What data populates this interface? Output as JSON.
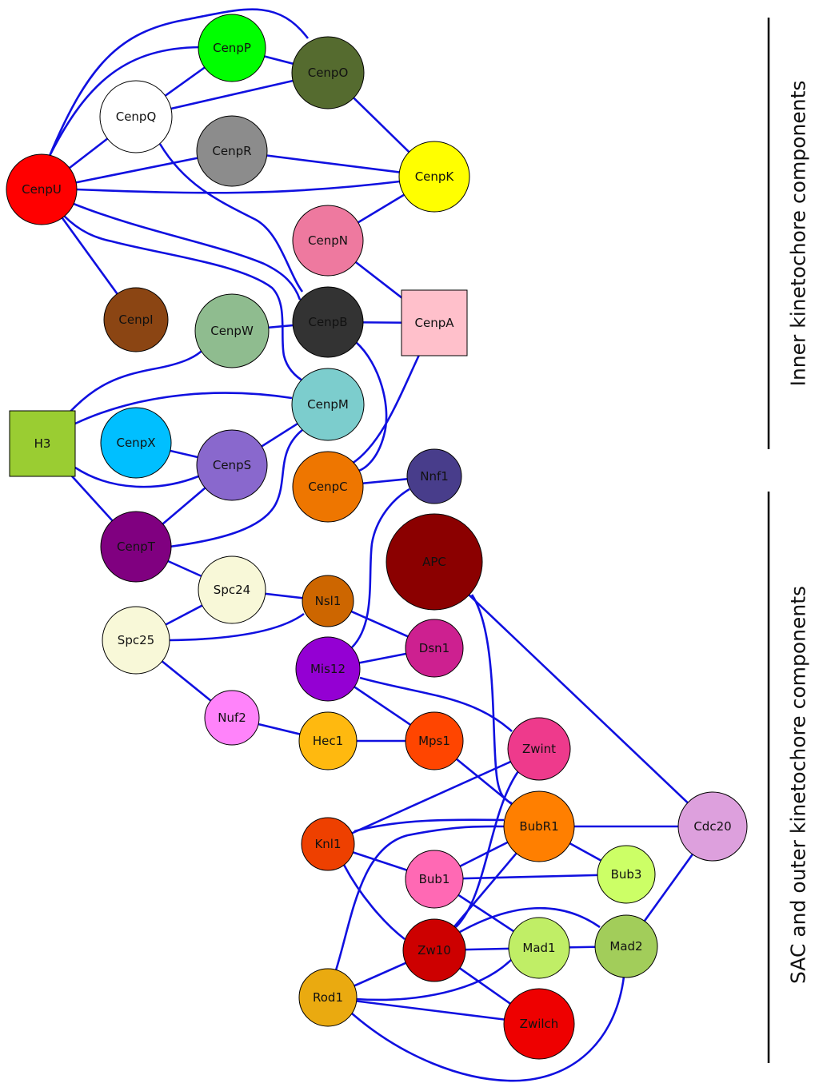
{
  "sections": {
    "inner": "Inner kinetochore components",
    "outer": "SAC and outer  kinetochore  components"
  },
  "nodes": {
    "CenpU": {
      "label": "CenpU",
      "color": "#ff0000"
    },
    "CenpP": {
      "label": "CenpP",
      "color": "#00ff00"
    },
    "CenpO": {
      "label": "CenpO",
      "color": "#556b2f"
    },
    "CenpQ": {
      "label": "CenpQ",
      "color": "#ffffff"
    },
    "CenpR": {
      "label": "CenpR",
      "color": "#8c8c8c"
    },
    "CenpK": {
      "label": "CenpK",
      "color": "#ffff00"
    },
    "CenpN": {
      "label": "CenpN",
      "color": "#ee799f"
    },
    "CenpI": {
      "label": "CenpI",
      "color": "#8b4513"
    },
    "CenpW": {
      "label": "CenpW",
      "color": "#8fbc8f"
    },
    "CenpB": {
      "label": "CenpB",
      "color": "#333333"
    },
    "CenpA": {
      "label": "CenpA",
      "color": "#ffc0cb"
    },
    "H3": {
      "label": "H3",
      "color": "#9acd32"
    },
    "CenpM": {
      "label": "CenpM",
      "color": "#7ccdcd"
    },
    "CenpX": {
      "label": "CenpX",
      "color": "#00bfff"
    },
    "CenpS": {
      "label": "CenpS",
      "color": "#8968cd"
    },
    "CenpC": {
      "label": "CenpC",
      "color": "#ee7600"
    },
    "Nnf1": {
      "label": "Nnf1",
      "color": "#483d8b"
    },
    "CenpT": {
      "label": "CenpT",
      "color": "#800080"
    },
    "APC": {
      "label": "APC",
      "color": "#8b0000"
    },
    "Spc24": {
      "label": "Spc24",
      "color": "#f8f8d8"
    },
    "Nsl1": {
      "label": "Nsl1",
      "color": "#cd6600"
    },
    "Spc25": {
      "label": "Spc25",
      "color": "#f8f8d8"
    },
    "Dsn1": {
      "label": "Dsn1",
      "color": "#cd2090"
    },
    "Mis12": {
      "label": "Mis12",
      "color": "#9400d3"
    },
    "Nuf2": {
      "label": "Nuf2",
      "color": "#ff83fa"
    },
    "Hec1": {
      "label": "Hec1",
      "color": "#ffb90f"
    },
    "Mps1": {
      "label": "Mps1",
      "color": "#ff4500"
    },
    "Zwint": {
      "label": "Zwint",
      "color": "#ee3a8c"
    },
    "Knl1": {
      "label": "Knl1",
      "color": "#ee4000"
    },
    "BubR1": {
      "label": "BubR1",
      "color": "#ff7f00"
    },
    "Cdc20": {
      "label": "Cdc20",
      "color": "#dda0dd"
    },
    "Bub1": {
      "label": "Bub1",
      "color": "#ff69b4"
    },
    "Bub3": {
      "label": "Bub3",
      "color": "#ccff66"
    },
    "Zw10": {
      "label": "Zw10",
      "color": "#cd0000"
    },
    "Mad1": {
      "label": "Mad1",
      "color": "#c0ee66"
    },
    "Mad2": {
      "label": "Mad2",
      "color": "#a2cd5a"
    },
    "Rod1": {
      "label": "Rod1",
      "color": "#eaaa10"
    },
    "Zwilch": {
      "label": "Zwilch",
      "color": "#ee0000"
    }
  },
  "edge_color": "#1010e0"
}
